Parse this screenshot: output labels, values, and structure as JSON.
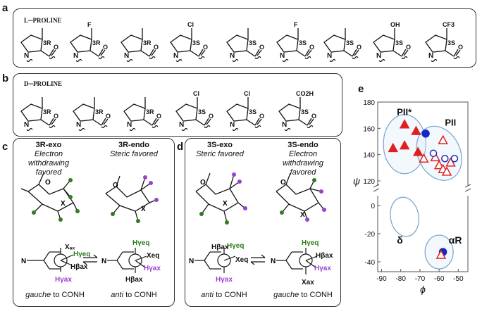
{
  "panels": {
    "a": {
      "letter": "a",
      "title": "l–proline",
      "labels": [
        "3R",
        "3R",
        "3R",
        "3S",
        "3S",
        "3S",
        "3S",
        "3S",
        "3S"
      ],
      "substituents": [
        "",
        "F",
        "",
        "Cl",
        "",
        "F",
        "",
        "OH",
        "CF3"
      ]
    },
    "b": {
      "letter": "b",
      "title": "d–proline",
      "labels": [
        "3R",
        "3R",
        "3R",
        "3S",
        "3S",
        "3S"
      ],
      "substituents": [
        "",
        "",
        "",
        "Cl",
        "Cl",
        "CO2H"
      ]
    },
    "c": {
      "letter": "c",
      "left": {
        "title": "3R-exo",
        "line1": "Electron",
        "line2": "withdrawing",
        "line3": "favored",
        "foot_italic": "gauche",
        "foot_rest": " to CONH"
      },
      "right": {
        "title": "3R-endo",
        "line1": "Steric favored",
        "foot_italic": "anti",
        "foot_rest": " to CONH"
      },
      "newman_left": {
        "top": "Xax",
        "r1": "Hγeq",
        "r2": "Hβax",
        "bottom": "Hγax"
      },
      "newman_right": {
        "top": "Hγeq",
        "r1": "Xeq",
        "r2": "Hγax",
        "bottom": "Hβax"
      }
    },
    "d": {
      "letter": "d",
      "left": {
        "title": "3S-exo",
        "line1": "Steric favored",
        "foot_italic": "anti",
        "foot_rest": " to CONH"
      },
      "right": {
        "title": "3S-endo",
        "line1": "Electron",
        "line2": "withdrawing",
        "line3": "favored",
        "foot_italic": "gauche",
        "foot_rest": " to CONH"
      },
      "newman_left": {
        "top": "Hγeq",
        "r1": "Xeq",
        "r2": "",
        "bottom": "Hγax",
        "left2": "Hβax"
      },
      "newman_right": {
        "top": "Hγeq",
        "r1": "Hβax",
        "r2": "Hγax",
        "bottom": "Xax"
      }
    },
    "e": {
      "letter": "e",
      "xlabel": "ϕ",
      "ylabel": "ψ",
      "region_labels": {
        "ppii_star": "PII*",
        "ppii": "PII",
        "delta": "δ",
        "alpha": "αR"
      }
    }
  },
  "chart_data": {
    "type": "scatter",
    "xlabel": "ϕ",
    "ylabel": "ψ",
    "xlim": [
      -92,
      -45
    ],
    "x_ticks": [
      -90,
      -80,
      -70,
      -60,
      -50
    ],
    "y_ticks": [
      180,
      160,
      140,
      120,
      0,
      -20,
      -40
    ],
    "series": [
      {
        "marker": "filled-triangle",
        "color": "#e02020",
        "points": [
          [
            -78,
            163
          ],
          [
            -84,
            145
          ],
          [
            -78,
            147
          ],
          [
            -72,
            158
          ],
          [
            -71,
            142
          ]
        ]
      },
      {
        "marker": "filled-circle",
        "color": "#1428c8",
        "points": [
          [
            -67,
            156
          ],
          [
            -58,
            -33
          ]
        ]
      },
      {
        "marker": "open-triangle",
        "color": "#e02020",
        "points": [
          [
            -58,
            151
          ],
          [
            -62,
            138
          ],
          [
            -60,
            132
          ],
          [
            -58,
            129
          ],
          [
            -56,
            127
          ],
          [
            -54,
            134
          ],
          [
            -68,
            137
          ],
          [
            -59,
            -35
          ]
        ]
      },
      {
        "marker": "open-circle",
        "color": "#1428c8",
        "points": [
          [
            -63,
            141
          ],
          [
            -57,
            137
          ],
          [
            -52,
            137
          ]
        ]
      }
    ]
  }
}
